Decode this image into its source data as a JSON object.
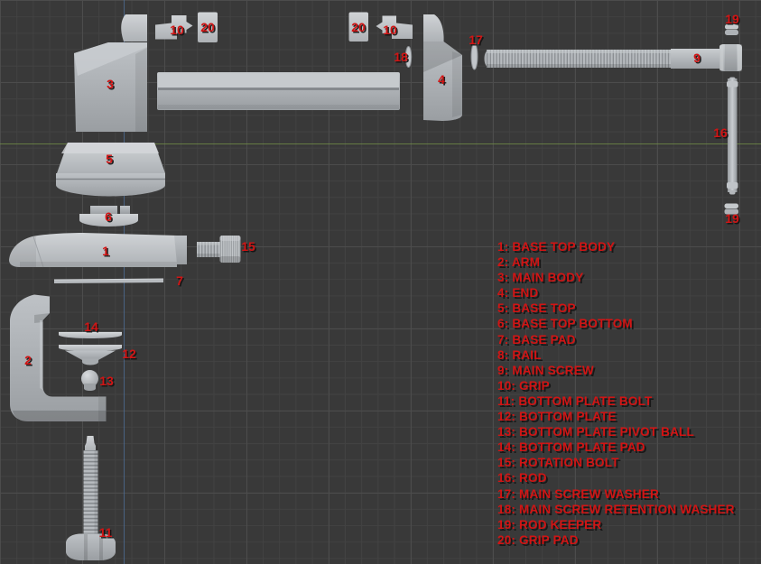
{
  "viewport": {
    "background_color": "#393939",
    "grid_minor_color": "#424242",
    "grid_major_color": "#4c4c4c",
    "axis_green_color": "#6d8747",
    "axis_blue_color": "#4e6d95",
    "part_color": "#b4b8bc",
    "label_color": "#d21414"
  },
  "part_labels": [
    {
      "part": "main-body",
      "text": "3"
    },
    {
      "part": "grip-left",
      "text": "10"
    },
    {
      "part": "grip-pad-left",
      "text": "20"
    },
    {
      "part": "grip-pad-right",
      "text": "20"
    },
    {
      "part": "grip-right",
      "text": "10"
    },
    {
      "part": "main-screw-retention-washer",
      "text": "18"
    },
    {
      "part": "end",
      "text": "4"
    },
    {
      "part": "main-screw-washer",
      "text": "17"
    },
    {
      "part": "main-screw",
      "text": "9"
    },
    {
      "part": "rod-keeper-top",
      "text": "19"
    },
    {
      "part": "rod",
      "text": "16"
    },
    {
      "part": "rod-keeper-bottom",
      "text": "19"
    },
    {
      "part": "base-top",
      "text": "5"
    },
    {
      "part": "base-top-bottom",
      "text": "6"
    },
    {
      "part": "base-top-body",
      "text": "1"
    },
    {
      "part": "rotation-bolt",
      "text": "15"
    },
    {
      "part": "base-pad",
      "text": "7"
    },
    {
      "part": "arm",
      "text": "2"
    },
    {
      "part": "bottom-plate-pad",
      "text": "14"
    },
    {
      "part": "bottom-plate",
      "text": "12"
    },
    {
      "part": "bottom-plate-pivot-ball",
      "text": "13"
    },
    {
      "part": "bottom-plate-bolt",
      "text": "11"
    }
  ],
  "legend": {
    "items": [
      {
        "text": "1: BASE TOP BODY"
      },
      {
        "text": "2: ARM"
      },
      {
        "text": "3: MAIN BODY"
      },
      {
        "text": "4: END"
      },
      {
        "text": "5: BASE TOP"
      },
      {
        "text": "6: BASE TOP BOTTOM"
      },
      {
        "text": "7: BASE PAD"
      },
      {
        "text": "8: RAIL"
      },
      {
        "text": "9: MAIN SCREW"
      },
      {
        "text": "10: GRIP"
      },
      {
        "text": "11: BOTTOM PLATE BOLT"
      },
      {
        "text": "12: BOTTOM PLATE"
      },
      {
        "text": "13: BOTTOM PLATE PIVOT BALL"
      },
      {
        "text": "14: BOTTOM PLATE PAD"
      },
      {
        "text": "15: ROTATION BOLT"
      },
      {
        "text": "16: ROD"
      },
      {
        "text": "17: MAIN SCREW WASHER"
      },
      {
        "text": "18: MAIN SCREW RETENTION WASHER"
      },
      {
        "text": "19: ROD KEEPER"
      },
      {
        "text": "20: GRIP PAD"
      }
    ]
  }
}
